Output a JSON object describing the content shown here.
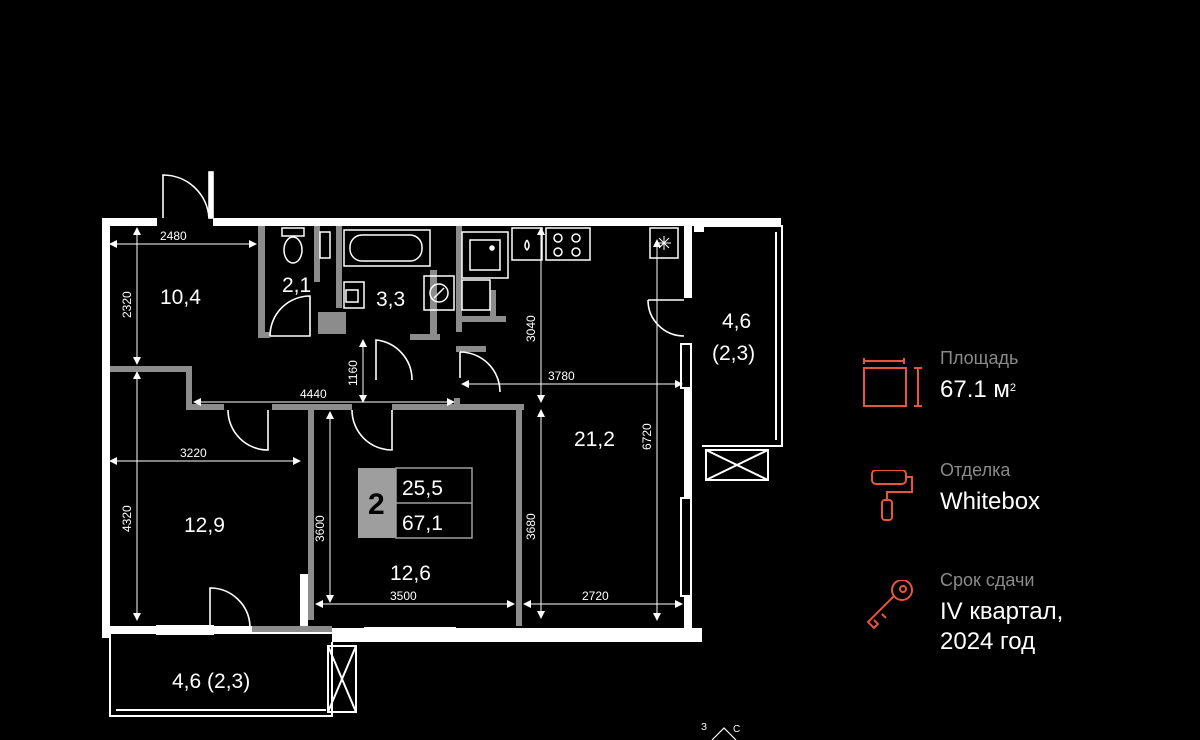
{
  "plan": {
    "rooms": [
      "10,4",
      "2,1",
      "3,3",
      "4,6",
      "(2,3)",
      "21,2",
      "12,9",
      "12,6",
      "4,6 (2,3)"
    ],
    "badge": {
      "number": "2",
      "living_area": "25,5",
      "total_area": "67,1"
    },
    "dimensions": {
      "d2480": "2480",
      "d2320": "2320",
      "d1160": "1160",
      "d4440": "4440",
      "d3040": "3040",
      "d3780": "3780",
      "d3220": "3220",
      "d4320": "4320",
      "d3600": "3600",
      "d3680": "3680",
      "d6720": "6720",
      "d3500": "3500",
      "d2720": "2720"
    },
    "compass": {
      "west": "З",
      "north": "С"
    }
  },
  "info": {
    "area": {
      "label": "Площадь",
      "value": "67.1 м",
      "unit_sup": "2",
      "icon": "area-icon"
    },
    "finish": {
      "label": "Отделка",
      "value": "Whitebox",
      "icon": "paint-roller-icon"
    },
    "delivery": {
      "label": "Срок сдачи",
      "value_line1": "IV квартал,",
      "value_line2": "2024 год",
      "icon": "key-icon"
    }
  },
  "colors": {
    "accent": "#e8553a",
    "wall": "#ffffff",
    "partition": "#8c8c8c",
    "background": "#000000",
    "badge": "#9e9e9e"
  }
}
